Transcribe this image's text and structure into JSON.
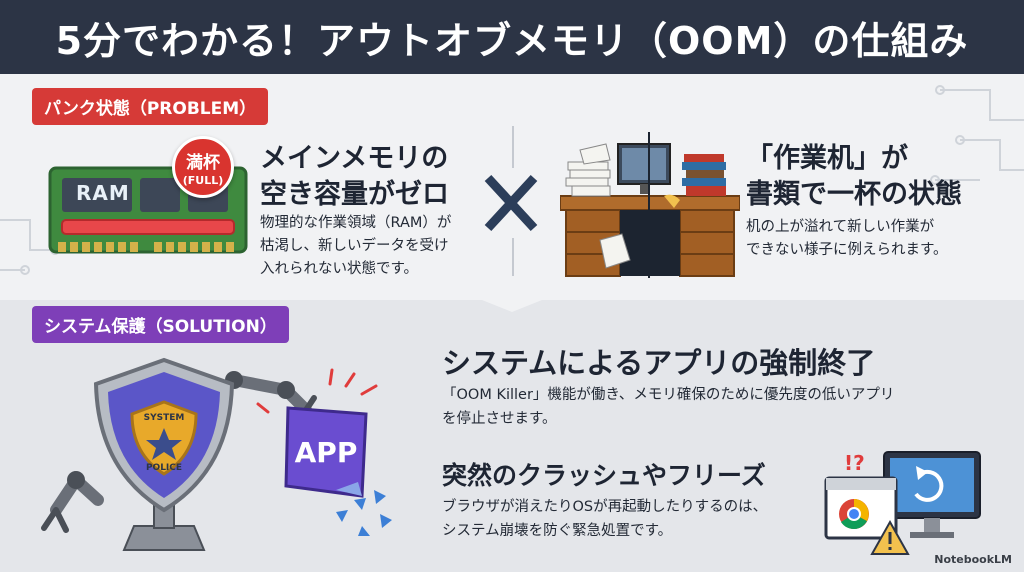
{
  "header": {
    "title": "5分でわかる！アウトオブメモリ（OOM）の仕組み"
  },
  "problem": {
    "tag": "パンク状態（PROBLEM）",
    "ram_label": "RAM",
    "badge_main": "満杯",
    "badge_sub": "(FULL)",
    "heading_line1": "メインメモリの",
    "heading_line2": "空き容量がゼロ",
    "body_line1": "物理的な作業領域（RAM）が",
    "body_line2": "枯渇し、新しいデータを受け",
    "body_line3": "入れられない状態です。",
    "desk_heading_line1": "「作業机」が",
    "desk_heading_line2": "書類で一杯の状態",
    "desk_body_line1": "机の上が溢れて新しい作業が",
    "desk_body_line2": "できない様子に例えられます。"
  },
  "solution": {
    "tag": "システム保護（SOLUTION）",
    "shield_line1": "SYSTEM",
    "shield_line2": "POLICE",
    "app_label": "APP",
    "heading1": "システムによるアプリの強制終了",
    "body1_line1": "「OOM Killer」機能が働き、メモリ確保のために優先度の低いアプリ",
    "body1_line2": "を停止させます。",
    "heading2": "突然のクラッシュやフリーズ",
    "body2_line1": "ブラウザが消えたりOSが再起動したりするのは、",
    "body2_line2": "システム崩壊を防ぐ緊急処置です。",
    "alert_mark": "!?"
  },
  "footer": {
    "logo": "NotebookLM"
  },
  "colors": {
    "header": "#2c3445",
    "problem": "#d63a37",
    "solution": "#7e3fb8"
  }
}
